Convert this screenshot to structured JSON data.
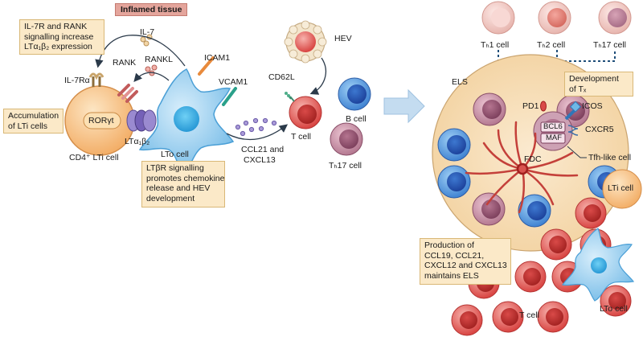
{
  "title_tag": "Inflamed tissue",
  "boxes": {
    "il7r": [
      "IL-7R and RANK",
      "signalling increase",
      "LTα₁β₂ expression"
    ],
    "accumulation": [
      "Accumulation",
      "of LTi cells"
    ],
    "ltbr": [
      "LTβR signalling",
      "promotes chemokine",
      "release and HEV",
      "development"
    ],
    "development": [
      "Development",
      "of Tₓ"
    ],
    "production": [
      "Production of",
      "CCL19, CCL21,",
      "CXCL12 and CXCL13",
      "maintains ELS"
    ]
  },
  "labels": {
    "il7": "IL-7",
    "rankl": "RANKL",
    "rank": "RANK",
    "il7ra": "IL-7Rα",
    "icam1": "ICAM1",
    "vcam1": "VCAM1",
    "ror": "RORγt",
    "lta1b2": "LTα₁β₂",
    "cd4_lti": "CD4⁺ LTi cell",
    "lto": "LTo cell",
    "ccl21_a": "CCL21 and",
    "ccl21_b": "CXCL13",
    "hev": "HEV",
    "cd62l": "CD62L",
    "tcell": "T cell",
    "bcell": "B cell",
    "th17_left": "Tₕ17 cell",
    "els": "ELS",
    "pd1": "PD1",
    "icos": "ICOS",
    "bcl6": "BCL6",
    "maf": "MAF",
    "cxcr5": "CXCR5",
    "tfh_like": "Tfh-like cell",
    "fdc": "FDC",
    "lti_right": "LTi cell",
    "lto_right": "LTo cell",
    "tcell_right": "T cell",
    "th1": "Tₕ1 cell",
    "th2": "Tₕ2 cell",
    "th17_right": "Tₕ17 cell"
  },
  "colors": {
    "tag_fill": "#e4a59c",
    "box_fill": "#fbe9c8",
    "lti_cell": "#f6c48a",
    "lto_cell": "#8ccbef",
    "t_cell": "#e3514f",
    "b_cell": "#3f7fd0",
    "th17_cell": "#b07088",
    "els_fill": "#f6dcb2",
    "arrow": "#b9d6ee"
  }
}
